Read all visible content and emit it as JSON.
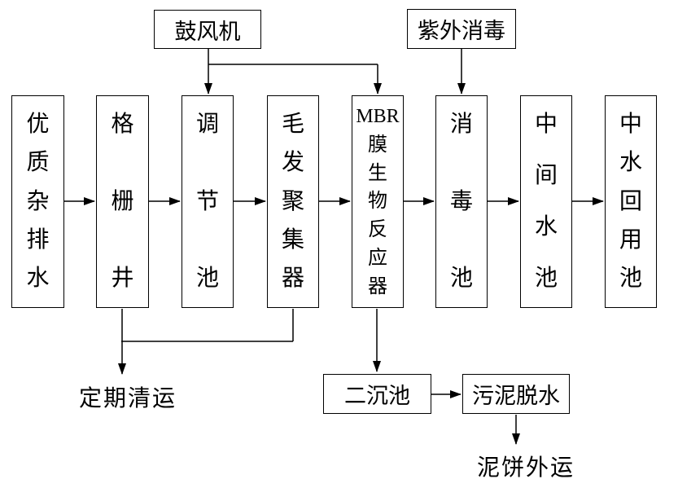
{
  "diagram": {
    "title_semantic": "MBR wastewater reuse process flow",
    "colors": {
      "background": "#ffffff",
      "line": "#000000",
      "text": "#000000"
    },
    "top_nodes": {
      "blower": {
        "label": "鼓风机"
      },
      "uv": {
        "label": "紫外消毒"
      }
    },
    "main_flow": [
      {
        "id": "raw-greywater",
        "label": "优质杂排水"
      },
      {
        "id": "grid-well",
        "label": "格栅井"
      },
      {
        "id": "regulating-tank",
        "label": "调节池"
      },
      {
        "id": "hair-collector",
        "label": "毛发聚集器"
      },
      {
        "id": "mbr-reactor",
        "label": "MBR膜生物反应器",
        "label_lines": [
          "MBR",
          "膜",
          "生",
          "物",
          "反",
          "应",
          "器"
        ]
      },
      {
        "id": "disinfection-tank",
        "label": "消毒池"
      },
      {
        "id": "intermediate-tank",
        "label": "中间水池"
      },
      {
        "id": "reuse-tank",
        "label": "中水回用池"
      }
    ],
    "bottom_nodes": {
      "secondary_sedimentation": {
        "label": "二沉池"
      },
      "sludge_dewatering": {
        "label": "污泥脱水"
      }
    },
    "labels": {
      "periodic_removal": "定期清运",
      "sludge_cake_out": "泥饼外运"
    }
  }
}
